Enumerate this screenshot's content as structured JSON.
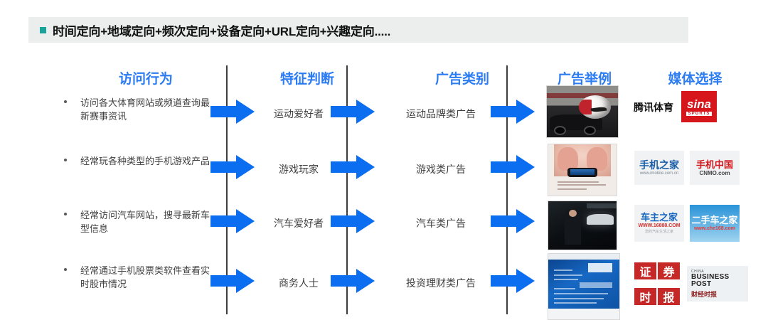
{
  "header": {
    "title": "时间定向+地域定向+频次定向+设备定向+URL定向+兴趣定向.....",
    "bullet_color": "#1aa39a",
    "background": "#eceeee"
  },
  "columns": [
    {
      "id": "behavior",
      "label": "访问行为"
    },
    {
      "id": "feature",
      "label": "特征判断"
    },
    {
      "id": "ad_category",
      "label": "广告类别"
    },
    {
      "id": "ad_example",
      "label": "广告举例"
    },
    {
      "id": "media",
      "label": "媒体选择"
    }
  ],
  "accent_colors": {
    "heading_blue": "#2b7bf3",
    "arrow_blue": "#0b6ef0",
    "divider": "#3d3d3d"
  },
  "rows": [
    {
      "behavior": "访问各大体育网站或频道查询最新赛事资讯",
      "feature": "运动爱好者",
      "ad_category": "运动品牌类广告",
      "ad_example_alt": "巨型耐克足球置于轿车上的户外广告照片",
      "media": [
        {
          "name": "腾讯体育",
          "style": "text"
        },
        {
          "name": "sina",
          "sub": "SPORTS",
          "style": "sina"
        }
      ]
    },
    {
      "behavior": "经常玩各种类型的手机游戏产品",
      "feature": "游戏玩家",
      "ad_category": "游戏类广告",
      "ad_example_alt": "双手捧着PSP掌上游戏机的广告图",
      "media": [
        {
          "name": "手机之家",
          "url": "www.imobile.com.cn",
          "style": "imobile"
        },
        {
          "name": "手机中国",
          "url": "CNMO.com",
          "style": "cnmo"
        }
      ]
    },
    {
      "behavior": "经常访问汽车网站，搜寻最新车型信息",
      "feature": "汽车爱好者",
      "ad_category": "汽车类广告",
      "ad_example_alt": "昏暗场景中西装男子与白色轿车的汽车广告",
      "media": [
        {
          "name": "车主之家",
          "url": "WWW.16888.COM",
          "sub": "您的汽车生活之家",
          "style": "chezhu"
        },
        {
          "name": "二手车之家",
          "url": "www.che168.com",
          "style": "che168"
        }
      ]
    },
    {
      "behavior": "经常通过手机股票类软件查看实时股市情况",
      "feature": "商务人士",
      "ad_category": "投资理财类广告",
      "ad_example_alt": "蓝色科技风格金融理财网页广告",
      "media": [
        {
          "name": "证券时报",
          "chars": [
            "证",
            "券",
            "时",
            "报"
          ],
          "style": "zqsb"
        },
        {
          "name": "财经时报",
          "line1": "CHINA",
          "line2": "BUSINESS",
          "line3": "POST",
          "style": "cbp"
        }
      ]
    }
  ]
}
